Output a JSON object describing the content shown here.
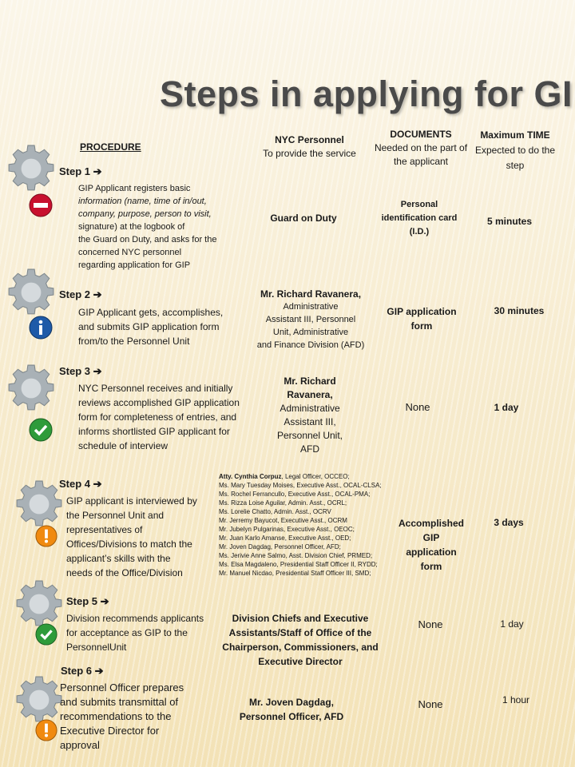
{
  "title": "Steps in applying for GIP",
  "headers": {
    "procedure": "PROCEDURE",
    "nyc_title": "NYC Personnel",
    "nyc_sub": "To provide the service",
    "docs_title": "DOCUMENTS",
    "docs_sub": "Needed on the part of the applicant",
    "time_title": "Maximum TIME",
    "time_sub": "Expected to do the step"
  },
  "steps": [
    {
      "label": "Step 1 ➔",
      "desc_lines": [
        "GIP Applicant registers basic",
        "information (name, time of in/out,",
        "company, purpose, person to visit,",
        "signature) at the logbook of",
        "the Guard on Duty, and asks for the",
        "concerned NYC personnel",
        "regarding application for GIP"
      ],
      "personnel": "Guard on Duty",
      "documents": "Personal identification card (I.D.)",
      "time": "5 minutes",
      "icon": "no-entry-icon"
    },
    {
      "label": "Step 2 ➔",
      "desc_lines": [
        "GIP Applicant gets, accomplishes,",
        "and submits GIP application form",
        "from/to the Personnel Unit"
      ],
      "personnel_name": "Mr. Richard Ravanera,",
      "personnel_lines": [
        "Administrative",
        "Assistant III, Personnel",
        "Unit, Administrative",
        "and Finance Division (AFD)"
      ],
      "documents": "GIP application form",
      "time": "30 minutes",
      "icon": "info-icon"
    },
    {
      "label": "Step 3 ➔",
      "desc_lines": [
        "NYC Personnel receives and initially",
        "reviews accomplished GIP application",
        "form for completeness of entries, and",
        "informs shortlisted GIP applicant for",
        "schedule of interview"
      ],
      "personnel_name_lines": [
        "Mr. Richard",
        "Ravanera,"
      ],
      "personnel_lines": [
        "Administrative",
        "Assistant III,",
        "Personnel Unit,",
        "AFD"
      ],
      "documents": "None",
      "time": "1 day",
      "icon": "check-icon"
    },
    {
      "label": "Step 4 ➔",
      "desc_lines": [
        "GIP applicant is interviewed by",
        "the Personnel Unit and",
        "representatives of",
        "Offices/Divisions to match the",
        "applicant’s skills with the",
        "needs of the Office/Division"
      ],
      "panel": [
        {
          "name": "Atty. Cynthia Corpuz",
          "role": ", Legal Officer, OCCEO;"
        },
        {
          "name": "",
          "role": "Ms. Mary Tuesday Moises, Executive Asst., OCAL-CLSA;"
        },
        {
          "name": "",
          "role": "Ms. Rochel Ferrancullo, Executive Asst., OCAL-PMA;"
        },
        {
          "name": "",
          "role": "Ms. Rizza Loise Aguilar, Admin. Asst., OCRL;"
        },
        {
          "name": "",
          "role": "Ms. Lorelie Chatto, Admin. Asst., OCRV"
        },
        {
          "name": "",
          "role": "Mr. Jerremy Bayucot, Executive Asst., OCRM"
        },
        {
          "name": "",
          "role": "Mr. Jubelyn Pulgarinas, Executive Asst., OEOC;"
        },
        {
          "name": "",
          "role": "Mr. Juan Karlo Amanse, Executive Asst., OED;"
        },
        {
          "name": "",
          "role": "Mr. Joven Dagdag, Personnel Officer, AFD;"
        },
        {
          "name": "",
          "role": "Ms. Jerivie Anne Salmo, Asst. Division Chief, PRMED;"
        },
        {
          "name": "",
          "role": "Ms. Elsa Magdaleno, Presidential Staff Officer II, RYDD;"
        },
        {
          "name": "",
          "role": "Mr. Manuel Nicdao, Presidential Staff Officer III, SMD;"
        }
      ],
      "documents_lines": [
        "Accomplished",
        "GIP",
        "application",
        "form"
      ],
      "time": "3 days",
      "icon": "exclamation-icon"
    },
    {
      "label": "Step 5 ➔",
      "desc_lines": [
        "Division recommends applicants",
        "for acceptance as GIP to the",
        "PersonnelUnit"
      ],
      "personnel_lines": [
        "Division Chiefs and Executive",
        "Assistants/Staff of Office of the",
        "Chairperson, Commissioners, and",
        "Executive Director"
      ],
      "documents": "None",
      "time": "1 day",
      "icon": "check-icon"
    },
    {
      "label": "Step 6 ➔",
      "desc_lines": [
        "Personnel Officer prepares",
        "and submits transmittal of",
        "recommendations to the",
        "Executive Director  for",
        "approval"
      ],
      "personnel_lines": [
        "Mr. Joven Dagdag,",
        "Personnel Officer, AFD"
      ],
      "documents": "None",
      "time": "1 hour",
      "icon": "exclamation-icon"
    }
  ],
  "colors": {
    "gear": "#9aa3a8",
    "red": "#c8102e",
    "blue": "#1e5aa8",
    "green": "#2e9b3a",
    "orange": "#f08a10"
  }
}
